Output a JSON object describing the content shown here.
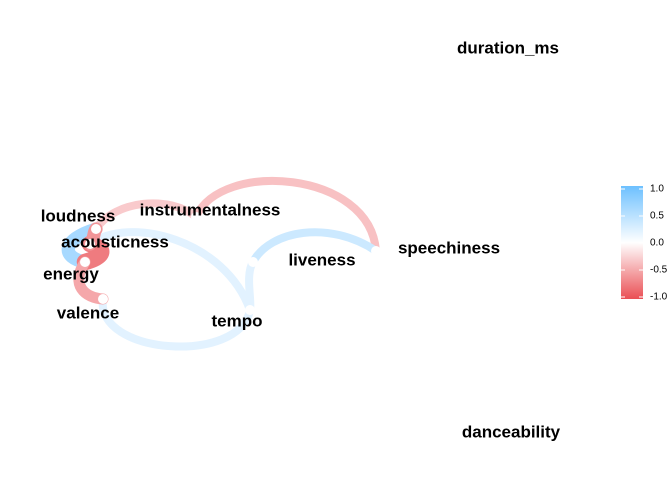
{
  "chart_data": {
    "type": "network",
    "nodes": [
      {
        "name": "duration_ms"
      },
      {
        "name": "instrumentalness"
      },
      {
        "name": "loudness"
      },
      {
        "name": "acousticness"
      },
      {
        "name": "speechiness"
      },
      {
        "name": "liveness"
      },
      {
        "name": "energy"
      },
      {
        "name": "tempo"
      },
      {
        "name": "valence"
      },
      {
        "name": "danceability"
      }
    ],
    "edges": [
      {
        "from": "speechiness",
        "to": "instrumentalness",
        "correlation": -0.35
      },
      {
        "from": "speechiness",
        "to": "liveness",
        "correlation": 0.35
      },
      {
        "from": "liveness",
        "to": "tempo",
        "correlation": 0.2
      },
      {
        "from": "tempo",
        "to": "acousticness",
        "correlation": 0.2
      },
      {
        "from": "tempo",
        "to": "valence",
        "correlation": 0.2
      },
      {
        "from": "instrumentalness",
        "to": "loudness",
        "correlation": -0.3
      },
      {
        "from": "loudness",
        "to": "energy",
        "correlation": 0.6
      },
      {
        "from": "acousticness",
        "to": "energy",
        "correlation": -0.75
      },
      {
        "from": "acousticness",
        "to": "loudness",
        "correlation": -0.6
      },
      {
        "from": "energy",
        "to": "valence",
        "correlation": -0.5
      }
    ],
    "legend": {
      "ticks": [
        "1.0",
        "0.5",
        "0.0",
        "-0.5",
        "-1.0"
      ],
      "range": [
        -1,
        1
      ],
      "colors": {
        "positive": "#6dc0ff",
        "zero": "#ffffff",
        "negative": "#ea4f54"
      },
      "placement": "right"
    }
  }
}
